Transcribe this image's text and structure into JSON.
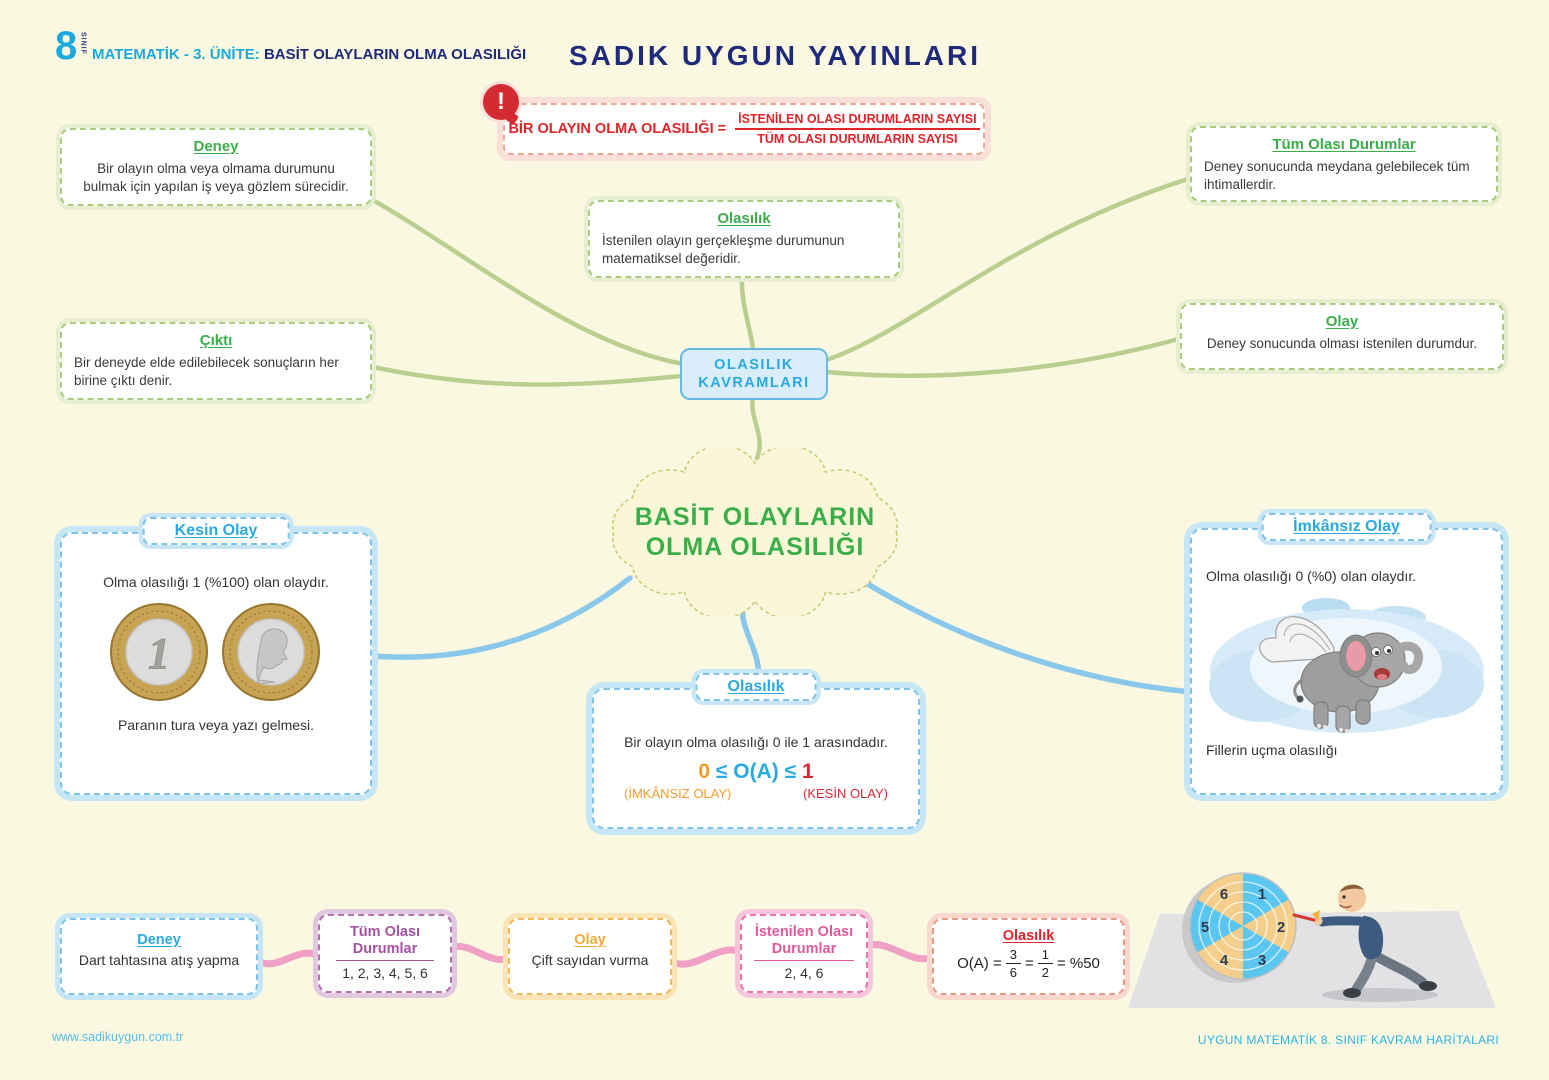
{
  "header": {
    "grade_number": "8",
    "grade_label": "SINIF",
    "course": "MATEMATİK - 3. ÜNİTE:",
    "unit": "BASİT OLAYLARIN OLMA OLASILIĞI",
    "publisher": "SADIK UYGUN YAYINLARI"
  },
  "formula_box": {
    "alert": "!",
    "label": "BİR OLAYIN OLMA OLASILIĞI =",
    "numerator": "İSTENİLEN OLASI DURUMLARIN SAYISI",
    "denominator": "TÜM OLASI DURUMLARIN SAYISI"
  },
  "center_node": {
    "line1": "OLASILIK",
    "line2": "KAVRAMLARI"
  },
  "cloud": {
    "line1": "BASİT OLAYLARIN",
    "line2": "OLMA OLASILIĞI"
  },
  "definitions": {
    "deney": {
      "title": "Deney",
      "text": "Bir olayın olma veya olmama durumunu bulmak için yapılan iş veya gözlem sürecidir."
    },
    "olasilik": {
      "title": "Olasılık",
      "text": "İstenilen olayın gerçekleşme durumunun matematiksel değeridir."
    },
    "tum_olasi_durumlar": {
      "title": "Tüm Olası Durumlar",
      "text": "Deney sonucunda meydana gelebilecek tüm ihtimallerdir."
    },
    "cikti": {
      "title": "Çıktı",
      "text": "Bir deneyde elde edilebilecek sonuçların her birine çıktı denir."
    },
    "olay": {
      "title": "Olay",
      "text": "Deney sonucunda olması istenilen durumdur."
    }
  },
  "kesin_olay": {
    "title": "Kesin Olay",
    "text": "Olma olasılığı 1 (%100) olan olaydır.",
    "coin_value": "1",
    "caption": "Paranın tura veya yazı gelmesi."
  },
  "imkansiz_olay": {
    "title": "İmkânsız Olay",
    "text": "Olma olasılığı 0 (%0) olan olaydır.",
    "caption": "Fillerin uçma olasılığı"
  },
  "olasilik_range": {
    "title": "Olasılık",
    "text": "Bir olayın olma olasılığı 0 ile 1 arasındadır.",
    "formula_zero": "0",
    "formula_mid": "≤ O(A) ≤",
    "formula_one": "1",
    "label_left": "(İMKÂNSIZ OLAY)",
    "label_right": "(KESİN OLAY)"
  },
  "chain": {
    "deney": {
      "title": "Deney",
      "text": "Dart tahtasına atış yapma"
    },
    "tum_olasi": {
      "title": "Tüm Olası Durumlar",
      "values": "1, 2, 3, 4, 5, 6"
    },
    "olay": {
      "title": "Olay",
      "text": "Çift sayıdan vurma"
    },
    "istenilen": {
      "title": "İstenilen Olası Durumlar",
      "values": "2, 4, 6"
    },
    "olasilik": {
      "title": "Olasılık",
      "lhs": "O(A) =",
      "frac1_num": "3",
      "frac1_den": "6",
      "eq": "=",
      "frac2_num": "1",
      "frac2_den": "2",
      "result": "= %50"
    }
  },
  "dartboard": {
    "numbers": [
      "1",
      "2",
      "3",
      "4",
      "5",
      "6"
    ]
  },
  "footer": {
    "left": "www.sadikuygun.com.tr",
    "right": "UYGUN MATEMATİK 8. SINIF KAVRAM HARİTALARI"
  },
  "colors": {
    "background": "#FBF8E1",
    "green_accent": "#3BAE49",
    "blue_accent": "#2AA9E0",
    "navy": "#1E2B7A",
    "red": "#E02428",
    "orange": "#F29A2E",
    "pink_connector": "#F0A0C4"
  }
}
